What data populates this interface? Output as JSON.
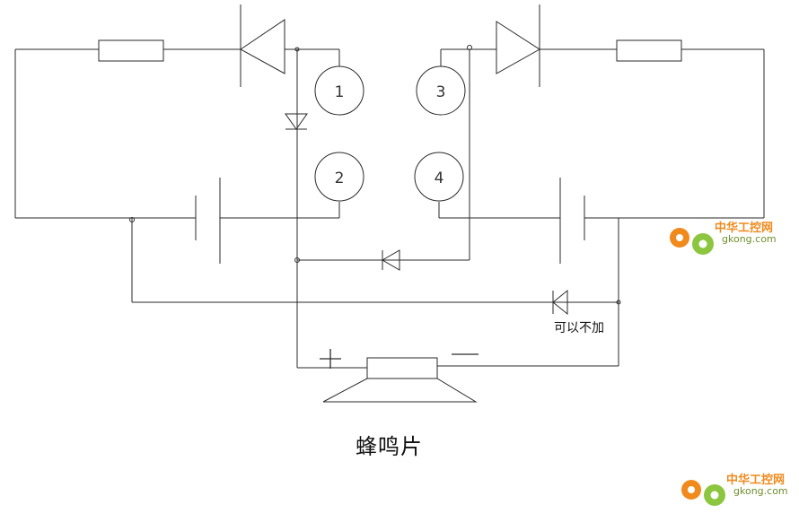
{
  "terminals": [
    "1",
    "2",
    "3",
    "4"
  ],
  "polarity": {
    "positive": "+",
    "negative": "—"
  },
  "note_label": "可以不加",
  "buzzer_label": "蜂鸣片",
  "watermark": {
    "name": "中华工控网",
    "url": "gkong.com",
    "colors": {
      "orange": "#f08a1d",
      "green": "#8cc63f"
    }
  }
}
